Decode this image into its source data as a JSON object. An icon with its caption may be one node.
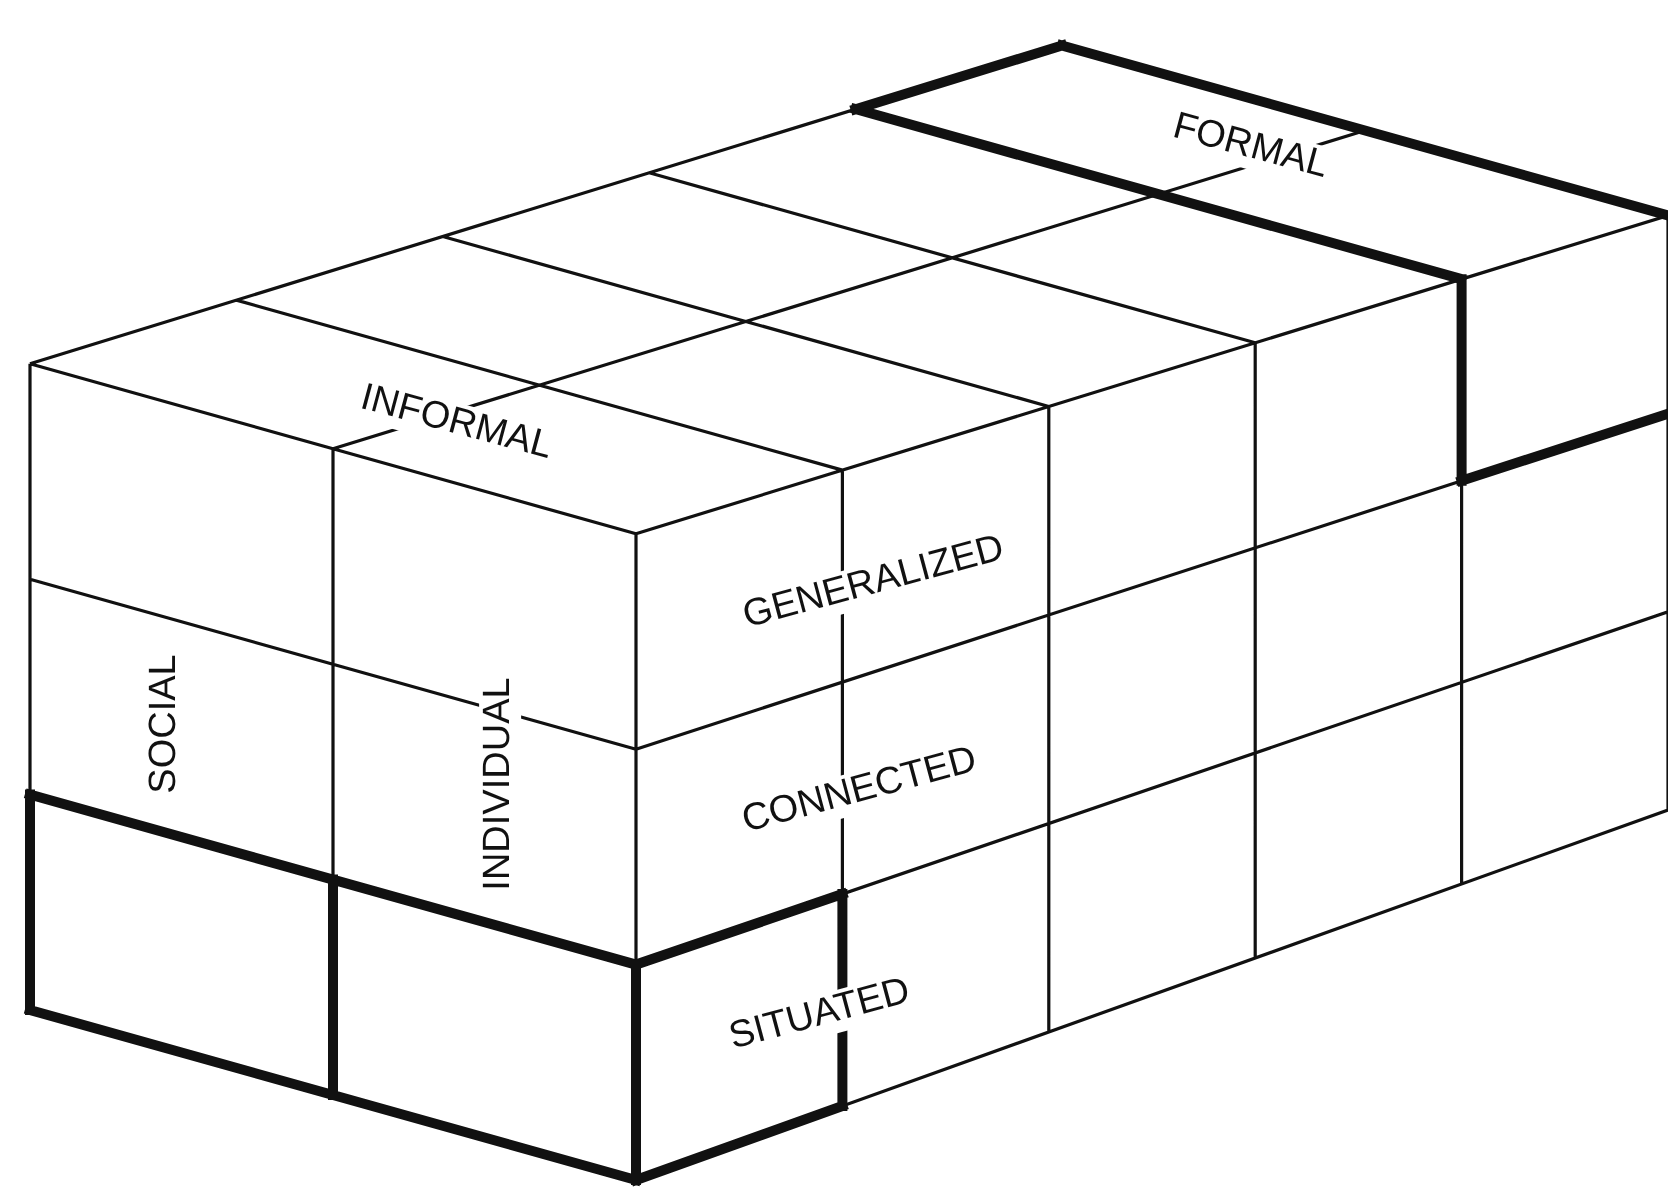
{
  "diagram": {
    "labels": [
      "FORMAL",
      "INFORMAL",
      "GENERALIZED",
      "SOCIAL",
      "INDIVIDUAL",
      "CONNECTED",
      "SITUATED"
    ]
  }
}
